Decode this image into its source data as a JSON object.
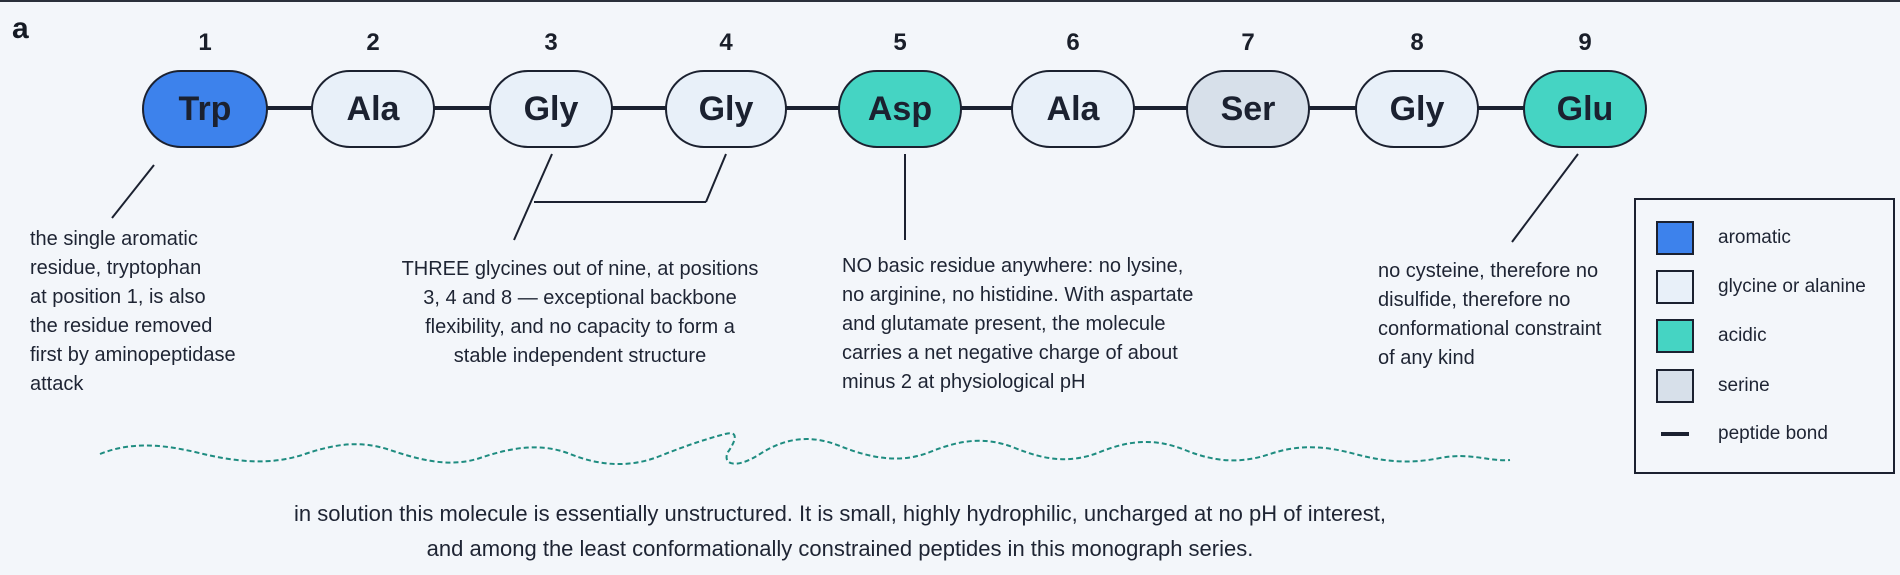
{
  "panel_label": "a",
  "residues": [
    {
      "position": "1",
      "name": "Trp",
      "class": "aromatic"
    },
    {
      "position": "2",
      "name": "Ala",
      "class": "glycine_or_alanine"
    },
    {
      "position": "3",
      "name": "Gly",
      "class": "glycine_or_alanine"
    },
    {
      "position": "4",
      "name": "Gly",
      "class": "glycine_or_alanine"
    },
    {
      "position": "5",
      "name": "Asp",
      "class": "acidic"
    },
    {
      "position": "6",
      "name": "Ala",
      "class": "glycine_or_alanine"
    },
    {
      "position": "7",
      "name": "Ser",
      "class": "serine"
    },
    {
      "position": "8",
      "name": "Gly",
      "class": "glycine_or_alanine"
    },
    {
      "position": "9",
      "name": "Glu",
      "class": "acidic"
    }
  ],
  "colors": {
    "aromatic": "#3d82ec",
    "glycine_or_alanine": "#e8f0f9",
    "acidic": "#45d4c3",
    "serine": "#d7e0ea",
    "bond": "#1b2130",
    "wave": "#1e8c80"
  },
  "annotations": {
    "trp": [
      "the single aromatic",
      "residue, tryptophan",
      "at position 1, is also",
      "the residue removed",
      "first by aminopeptidase",
      "attack"
    ],
    "gly": [
      "THREE glycines out of nine, at positions",
      "3, 4 and 8 — exceptional backbone",
      "flexibility, and no capacity to form a",
      "stable  independent structure"
    ],
    "asp": [
      "NO basic residue anywhere: no lysine,",
      "no arginine, no histidine. With aspartate",
      "and glutamate present, the molecule",
      "carries a net negative charge of about",
      "minus 2 at physiological pH"
    ],
    "glu": [
      "no cysteine, therefore no",
      "disulfide, therefore no",
      "conformational constraint",
      "of any kind"
    ]
  },
  "legend": [
    {
      "label": "aromatic",
      "swatch": "aromatic"
    },
    {
      "label": "glycine or alanine",
      "swatch": "glycine_or_alanine"
    },
    {
      "label": "acidic",
      "swatch": "acidic"
    },
    {
      "label": "serine",
      "swatch": "serine"
    },
    {
      "label": "peptide bond",
      "swatch": "bond"
    }
  ],
  "caption": [
    "in solution this molecule is essentially unstructured.  It is small, highly hydrophilic, uncharged at no pH of interest,",
    "and among the least conformationally constrained peptides in this monograph series."
  ]
}
